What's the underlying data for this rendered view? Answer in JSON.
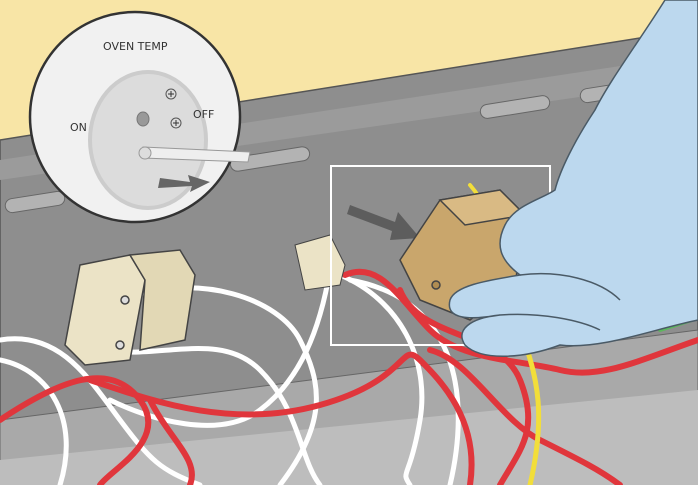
{
  "illustration": {
    "inset_labels": {
      "title": "OVEN TEMP",
      "on": "ON",
      "off": "OFF"
    },
    "colors": {
      "wall": "#f8e5a6",
      "panel": "#8e8e8e",
      "panel_dark": "#7b7b7b",
      "glove": "#bcd8ee",
      "connector": "#c9a66c",
      "wire_red": "#e0363c",
      "wire_yellow": "#f2de3a",
      "wire_white": "#ffffff"
    }
  }
}
